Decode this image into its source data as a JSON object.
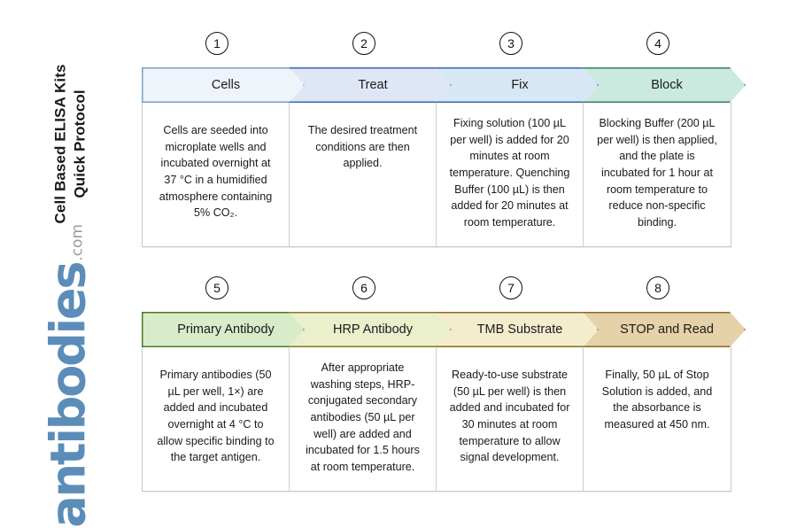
{
  "title": {
    "line1": "Cell Based ELISA Kits",
    "line2": "Quick Protocol",
    "full": "Cell Based ELISA Kits\nQuick Protocol"
  },
  "brand": {
    "name": "antibodies",
    "tld": ".com",
    "name_color": "#5b8db8",
    "tld_color": "#9b9b9b"
  },
  "rows": [
    {
      "steps": [
        {
          "number": "1",
          "label": "Cells",
          "fill": "#eef4fa",
          "stroke": "#7aa0c4",
          "body": "Cells are seeded into microplate wells and incubated overnight at 37 °C in a humidified atmosphere containing 5% CO₂."
        },
        {
          "number": "2",
          "label": "Treat",
          "fill": "#dfe7f7",
          "stroke": "#3b6aa0",
          "body": "The desired treatment conditions are then applied."
        },
        {
          "number": "3",
          "label": "Fix",
          "fill": "#d7e7f5",
          "stroke": "#3b6aa0",
          "body": "Fixing solution (100 µL per well) is added for 20 minutes at room temperature. Quenching Buffer (100 µL) is then added for 20 minutes at room temperature."
        },
        {
          "number": "4",
          "label": "Block",
          "fill": "#caeae0",
          "stroke": "#3f7b6d",
          "body": "Blocking Buffer (200 µL per well) is then applied, and the plate is incubated for 1 hour at room temperature to reduce non-specific binding."
        }
      ]
    },
    {
      "steps": [
        {
          "number": "5",
          "label": "Primary Antibody",
          "fill": "#d9ecc9",
          "stroke": "#4c7a2a",
          "body": "Primary antibodies (50 µL per well, 1×) are added and incubated overnight at 4 °C to allow specific binding to the target antigen."
        },
        {
          "number": "6",
          "label": "HRP Antibody",
          "fill": "#eaf0cc",
          "stroke": "#8a7a20",
          "body": "After appropriate washing steps, HRP-conjugated secondary antibodies (50 µL per well) are added and incubated for 1.5 hours at room temperature."
        },
        {
          "number": "7",
          "label": "TMB Substrate",
          "fill": "#f3edcd",
          "stroke": "#8a6a21",
          "body": "Ready-to-use substrate (50 µL per well) is then added and incubated for 30 minutes at room temperature to allow signal development."
        },
        {
          "number": "8",
          "label": "STOP and Read",
          "fill": "#e6d2a8",
          "stroke": "#8a6a21",
          "body": "Finally, 50 µL of Stop Solution is added, and the absorbance is measured at 450 nm."
        }
      ]
    }
  ]
}
